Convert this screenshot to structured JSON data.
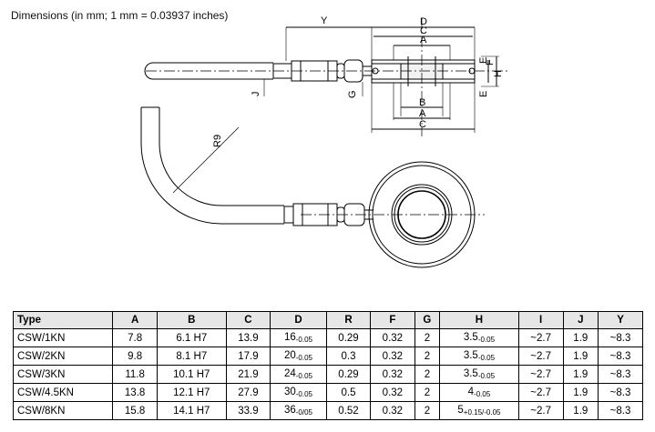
{
  "caption": "Dimensions (in mm; 1 mm = 0.03937 inches)",
  "drawing": {
    "labels": {
      "Y": "Y",
      "D": "D",
      "C": "C",
      "A": "A",
      "B": "B",
      "E": "E",
      "F": "F",
      "H": "H",
      "G": "G",
      "J": "J",
      "R9": "R9"
    }
  },
  "table": {
    "headers": [
      "Type",
      "A",
      "B",
      "C",
      "D",
      "R",
      "F",
      "G",
      "H",
      "I",
      "J",
      "Y"
    ],
    "rows": [
      {
        "type": "CSW/1KN",
        "A": "7.8",
        "B": "6.1 H7",
        "C": "13.9",
        "D_main": "16",
        "D_sub": "-0.05",
        "R": "0.29",
        "F": "0.32",
        "G": "2",
        "H_main": "3.5",
        "H_sub": "-0.05",
        "I": "~2.7",
        "J": "1.9",
        "Y": "~8.3"
      },
      {
        "type": "CSW/2KN",
        "A": "9.8",
        "B": "8.1 H7",
        "C": "17.9",
        "D_main": "20",
        "D_sub": "-0.05",
        "R": "0.3",
        "F": "0.32",
        "G": "2",
        "H_main": "3.5",
        "H_sub": "-0.05",
        "I": "~2.7",
        "J": "1.9",
        "Y": "~8.3"
      },
      {
        "type": "CSW/3KN",
        "A": "11.8",
        "B": "10.1 H7",
        "C": "21.9",
        "D_main": "24",
        "D_sub": "-0.05",
        "R": "0.29",
        "F": "0.32",
        "G": "2",
        "H_main": "3.5",
        "H_sub": "-0.05",
        "I": "~2.7",
        "J": "1.9",
        "Y": "~8.3"
      },
      {
        "type": "CSW/4.5KN",
        "A": "13.8",
        "B": "12.1 H7",
        "C": "27.9",
        "D_main": "30",
        "D_sub": "-0.05",
        "R": "0.5",
        "F": "0.32",
        "G": "2",
        "H_main": "4",
        "H_sub": "-0.05",
        "I": "~2.7",
        "J": "1.9",
        "Y": "~8.3"
      },
      {
        "type": "CSW/8KN",
        "A": "15.8",
        "B": "14.1 H7",
        "C": "33.9",
        "D_main": "36",
        "D_sub": "-0/05",
        "R": "0.52",
        "F": "0.32",
        "G": "2",
        "H_main": "5",
        "H_sub": "+0.15/-0.05",
        "I": "~2.7",
        "J": "1.9",
        "Y": "~8.3"
      }
    ]
  }
}
